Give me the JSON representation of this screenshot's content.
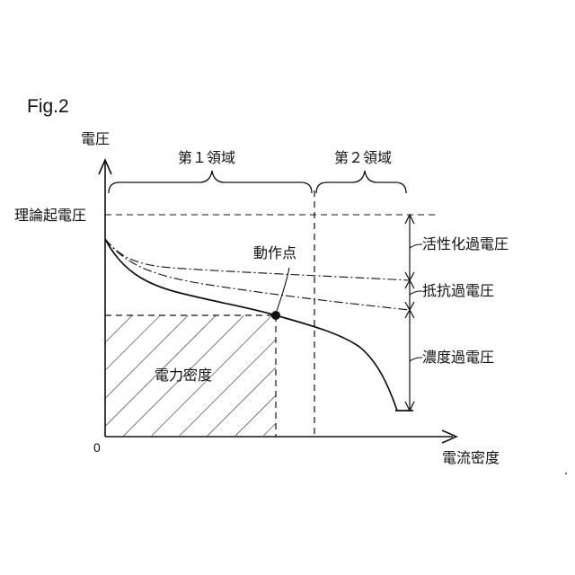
{
  "figure": {
    "label": "Fig.2",
    "y_axis_label": "電圧",
    "x_axis_label": "電流密度",
    "origin_label": "0",
    "theoretical_voltage_label": "理論起電圧",
    "region1_label": "第１領域",
    "region2_label": "第２領域",
    "operating_point_label": "動作点",
    "power_density_label": "電力密度",
    "activation_label": "活性化過電圧",
    "resistance_label": "抵抗過電圧",
    "concentration_label": "濃度過電圧"
  }
}
